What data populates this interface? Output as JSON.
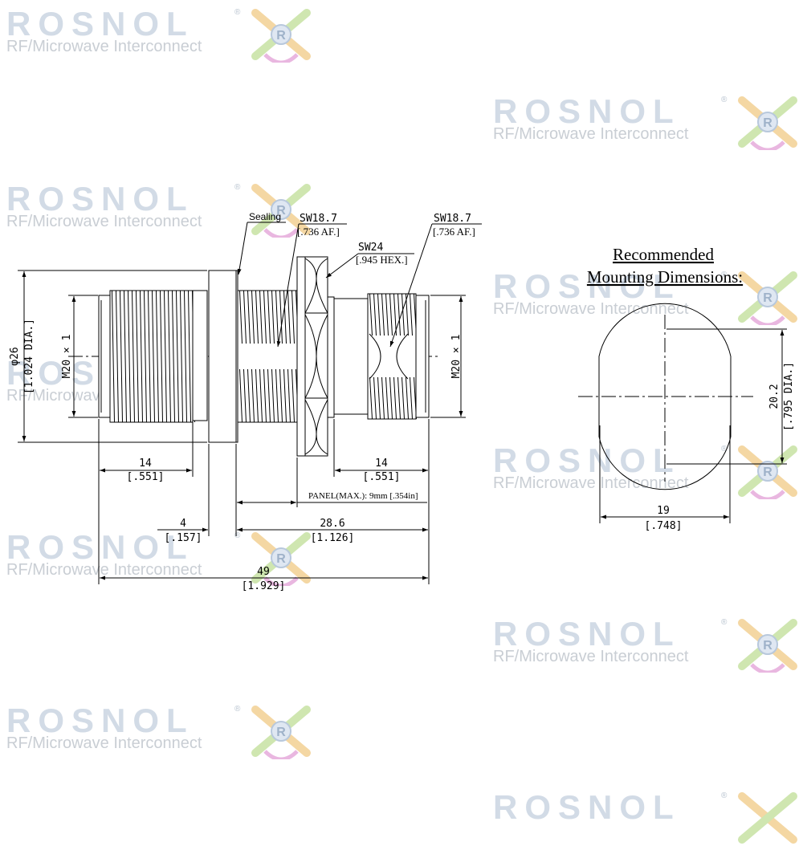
{
  "watermark": {
    "brand": "ROSNOL",
    "registered": "®",
    "tagline": "RF/Microwave Interconnect",
    "logo_letter": "R"
  },
  "labels": {
    "sealing": "Sealing",
    "sw_left": "SW18.7",
    "sw_left_af": "[.736 AF.]",
    "sw_hex": "SW24",
    "sw_hex_sub": "[.945 HEX.]",
    "sw_right": "SW18.7",
    "sw_right_af": "[.736 AF.]",
    "dia_main": "φ26",
    "dia_main_in": "[1.024 DIA.]",
    "thread_left": "M20 × 1",
    "thread_right": "M20 × 1",
    "dim_left_14": "14",
    "dim_left_14_in": "[.551]",
    "dim_right_14": "14",
    "dim_right_14_in": "[.551]",
    "panel": "PANEL(MAX.): 9mm [.354in]",
    "dim_4": "4",
    "dim_4_in": "[.157]",
    "dim_28": "28.6",
    "dim_28_in": "[1.126]",
    "dim_49": "49",
    "dim_49_in": "[1.929]",
    "mounting_title_1": "Recommended",
    "mounting_title_2": "Mounting Dimensions:",
    "mount_dia": "20.2",
    "mount_dia_in": "[.795 DIA.]",
    "mount_flat": "19",
    "mount_flat_in": "[.748]"
  }
}
